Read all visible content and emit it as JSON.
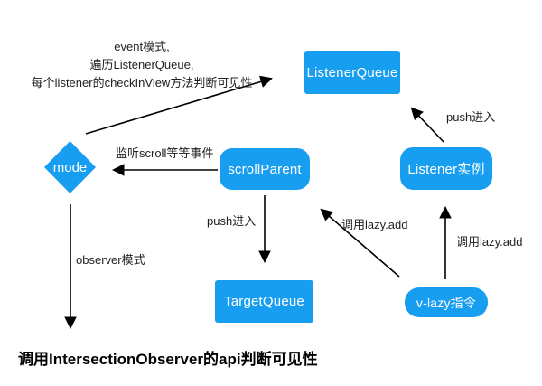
{
  "colors": {
    "node_blue": "#189EF0",
    "arrow_black": "#000000",
    "note_text": "#1f1f1f"
  },
  "nodes": {
    "listener_queue": "ListenerQueue",
    "mode": "mode",
    "scroll_parent": "scrollParent",
    "listener_instance": "Listener实例",
    "target_queue": "TargetQueue",
    "v_lazy_directive": "v-lazy指令"
  },
  "annotations": {
    "event_note_line1": "event模式,",
    "event_note_line2": "遍历ListenerQueue,",
    "event_note_line3": "每个listener的checkInView方法判断可见性",
    "push_into_top_right": "push进入",
    "listen_scroll_events": "监听scroll等等事件",
    "push_into_center": "push进入",
    "call_lazy_add_left": "调用lazy.add",
    "call_lazy_add_right": "调用lazy.add",
    "observer_note": "observer模式",
    "bottom_conclusion": "调用IntersectionObserver的api判断可见性"
  }
}
